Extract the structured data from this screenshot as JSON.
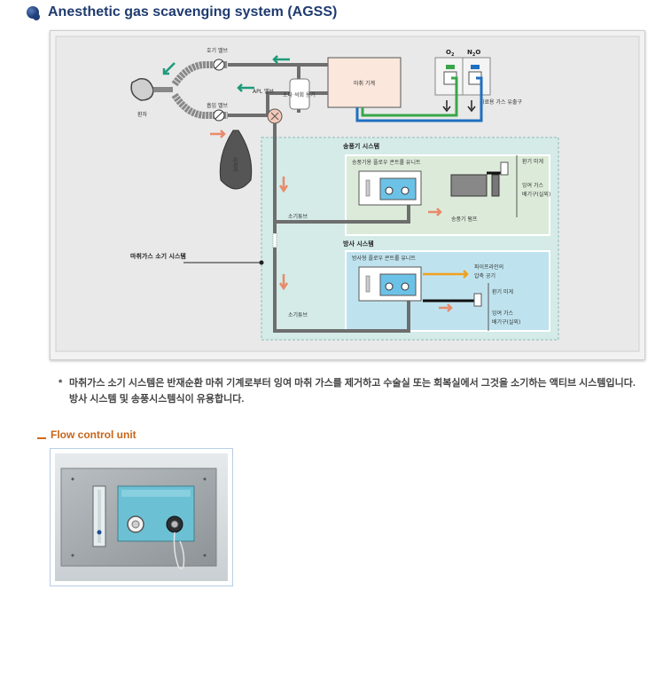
{
  "heading": {
    "title": "Anesthetic gas scavenging system (AGSS)"
  },
  "diagram": {
    "labels": {
      "exhale_valve": "호기 밸브",
      "inhale_valve": "흡입 밸브",
      "apl_valve": "APL 밸브",
      "co2_absorber": "소다 석회 용기",
      "patient": "환자",
      "bag": "리저버",
      "anesthesia_machine": "마취 기계",
      "o2": "O",
      "o2_sub": "2",
      "n2o": "N",
      "n2o_sub": "2",
      "n2o_tail": "O",
      "medical_gas_outlet": "의료용 가스 유출구",
      "blower_system": "송풍기 시스템",
      "blower_flow_unit": "송풍기용 플로우 콘트롤 유니트",
      "exhaust_port_1": "환기 미게",
      "excess_gas_1": "잉여 가스",
      "excess_gas_1b": "배기구(실외)",
      "blower_pump": "송풍기 펌프",
      "hose_1": "소기튜브",
      "scavenging_system": "마취가스 소기 시스템",
      "ejector_system": "방사 시스템",
      "ejector_flow_unit": "방사형 플로우 콘트롤 유니트",
      "pipeline_air_1": "파이프라인의",
      "pipeline_air_2": "압축 공기",
      "exhaust_port_2": "환기 미게",
      "excess_gas_2": "잉여 가스",
      "excess_gas_2b": "배기구(실외)",
      "hose_2": "소기튜브"
    },
    "colors": {
      "green": "#3aa64a",
      "blue": "#1f6fbf",
      "teal_arrow": "#1e9a7a",
      "salmon_arrow": "#e98a6a",
      "orange_arrow": "#f0a020",
      "panel_blue": "#bfe3ee",
      "panel_green": "#dcebd9",
      "dashed_region": "#d4ebe8"
    }
  },
  "note": {
    "star": "*",
    "text": "마취가스 소기 시스템은 반재순환 마취 기계로부터 잉여 마취 가스를 제거하고 수술실 또는 회복실에서 그것을 소기하는 액티브 시스템입니다. 방사 시스템 및 송풍시스템식이 유용합니다."
  },
  "sub_heading": {
    "title": "Flow control unit"
  }
}
